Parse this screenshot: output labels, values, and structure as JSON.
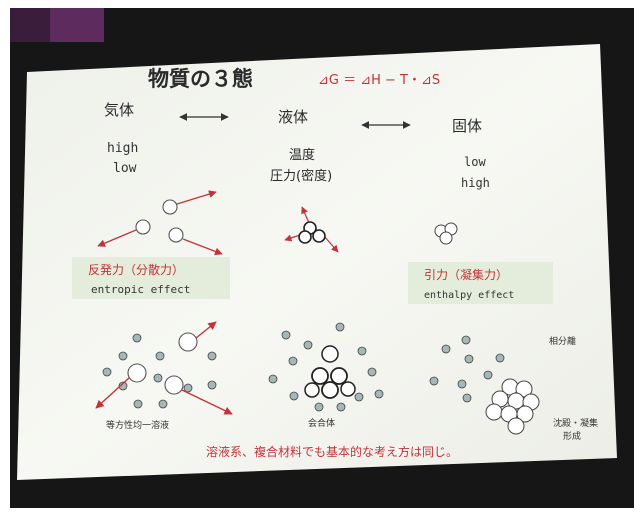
{
  "slide": {
    "title": "物質の３態",
    "equation": "⊿G ＝ ⊿H − T・⊿S",
    "phases": {
      "gas": "気体",
      "liquid": "液体",
      "solid": "固体"
    },
    "gas_levels": [
      "high",
      "low"
    ],
    "liquid_factors": [
      "温度",
      "圧力(密度)"
    ],
    "solid_levels": [
      "low",
      "high"
    ],
    "left_box": {
      "line1": "反発力（分散力）",
      "line2": "entropic effect"
    },
    "right_box": {
      "line1": "引力（凝集力）",
      "line2": "enthalpy effect"
    },
    "captions": {
      "left": "等方性均一溶液",
      "middle": "会合体",
      "right_top": "相分離",
      "right_bottom_1": "沈殿・凝集",
      "right_bottom_2": "形成"
    },
    "footer": "溶液系、複合材料でも基本的な考え方は同じ。"
  },
  "colors": {
    "screen": "#f4f5f0",
    "text": "#2a2a2a",
    "accent_red": "#c2333a",
    "box_green": "#e4eddc",
    "particle_fill": "#a5b8b7",
    "room": "#151515",
    "curtain": "#5e2b5e"
  }
}
